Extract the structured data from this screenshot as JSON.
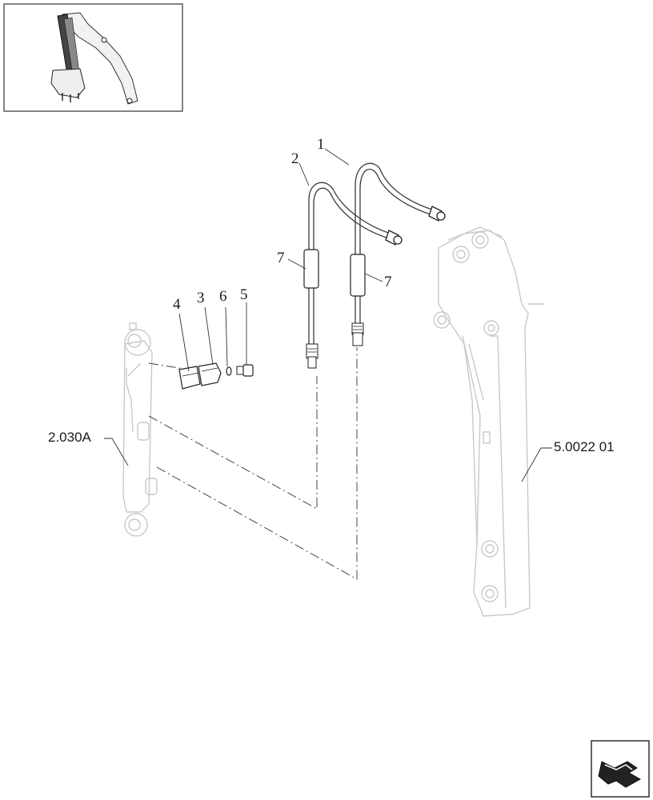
{
  "callouts": {
    "c1": "1",
    "c2": "2",
    "c3": "3",
    "c4": "4",
    "c5": "5",
    "c6": "6",
    "c7a": "7",
    "c7b": "7"
  },
  "references": {
    "cylinder": "2.030A",
    "arm": "5.0022 01"
  },
  "icons": {
    "overview": "excavator-thumbnail-icon",
    "next": "next-page-arrow-icon"
  }
}
